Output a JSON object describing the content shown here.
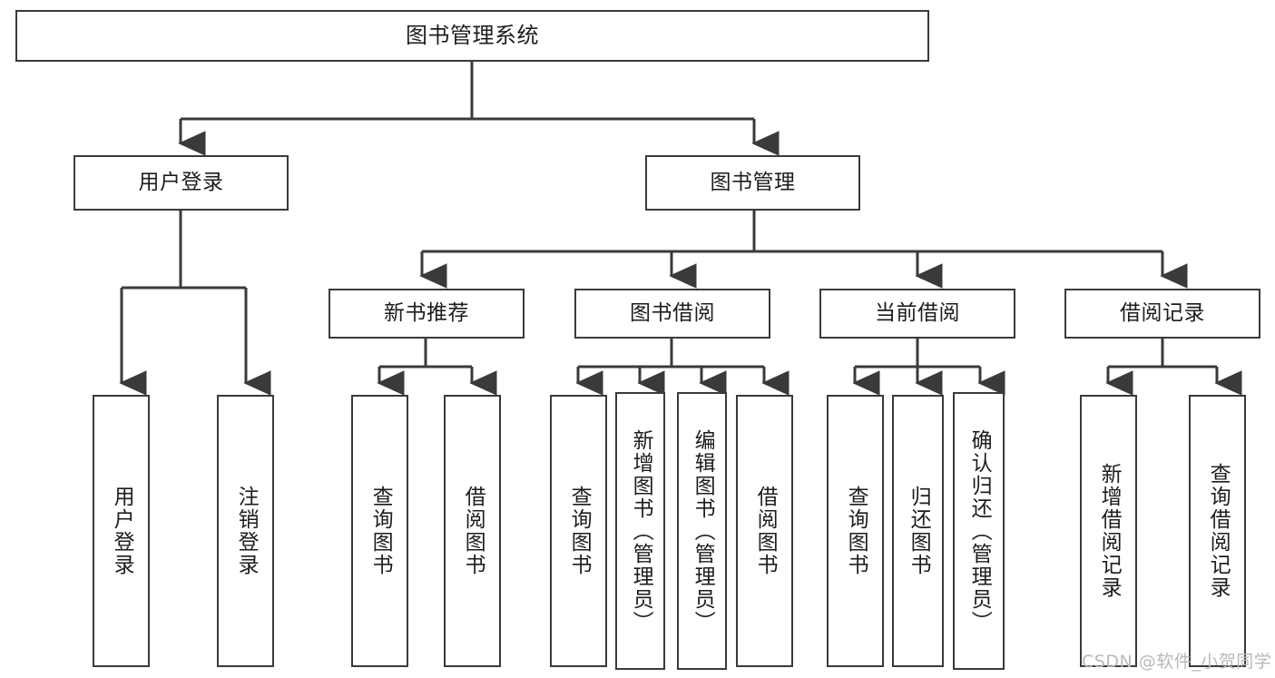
{
  "diagram": {
    "title": "图书管理系统",
    "type": "tree",
    "colors": {
      "box_border": "#3a3a3a",
      "box_fill": "#ffffff",
      "connector": "#3a3a3a",
      "text": "#1d1d1d",
      "watermark": "#b9b9b9",
      "background": "#ffffff"
    },
    "nodes": {
      "root": {
        "label": "图书管理系统"
      },
      "level1": [
        {
          "label": "用户登录"
        },
        {
          "label": "图书管理"
        }
      ],
      "level2": [
        {
          "label": "新书推荐"
        },
        {
          "label": "图书借阅"
        },
        {
          "label": "当前借阅"
        },
        {
          "label": "借阅记录"
        }
      ],
      "leaves_user_login": [
        {
          "label": "用户登录"
        },
        {
          "label": "注销登录"
        }
      ],
      "leaves_new_book": [
        {
          "label": "查询图书"
        },
        {
          "label": "借阅图书"
        }
      ],
      "leaves_borrow": [
        {
          "label": "查询图书"
        },
        {
          "label": "新增图书（管理员）"
        },
        {
          "label": "编辑图书（管理员）"
        },
        {
          "label": "借阅图书"
        }
      ],
      "leaves_current": [
        {
          "label": "查询图书"
        },
        {
          "label": "归还图书"
        },
        {
          "label": "确认归还（管理员）"
        }
      ],
      "leaves_records": [
        {
          "label": "新增借阅记录"
        },
        {
          "label": "查询借阅记录"
        }
      ]
    }
  },
  "watermark": {
    "text": "CSDN @软件_小贺同学"
  }
}
